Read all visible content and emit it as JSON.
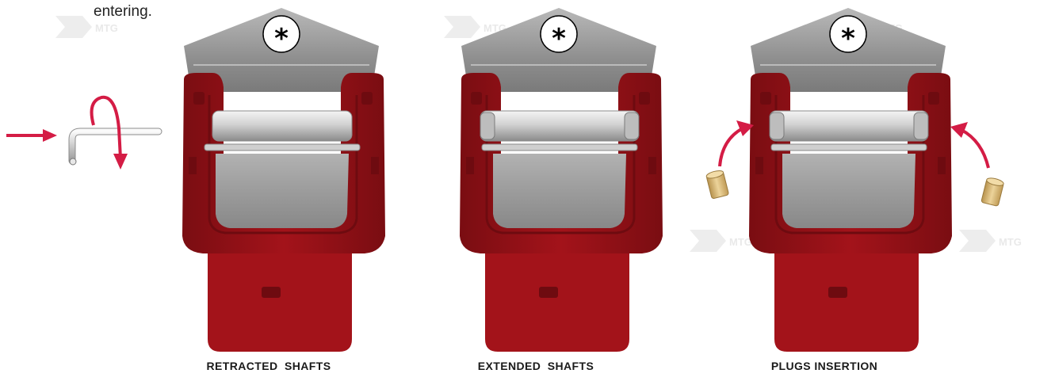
{
  "intro_text": "entering.",
  "panels": [
    {
      "caption": "RETRACTED  SHAFTS",
      "shafts": "retracted",
      "plugs": false,
      "marker": "*"
    },
    {
      "caption": "EXTENDED  SHAFTS",
      "shafts": "extended",
      "plugs": false,
      "marker": "*"
    },
    {
      "caption": "PLUGS INSERTION",
      "shafts": "extended",
      "plugs": true,
      "marker": "*"
    }
  ],
  "watermark": "MTG",
  "colors": {
    "caliper": "#a3131a",
    "caliper_dark": "#6e0b10",
    "caliper_light": "#c4242b",
    "pad": "#9a9a9a",
    "arrow": "#d41c45",
    "shaft": "#d9d9d9",
    "plug": "#d8b877"
  },
  "icons": [
    "hex-key-icon",
    "push-arrow-icon",
    "rotate-arrow-icon",
    "plug-icon",
    "curved-arrow-icon"
  ]
}
